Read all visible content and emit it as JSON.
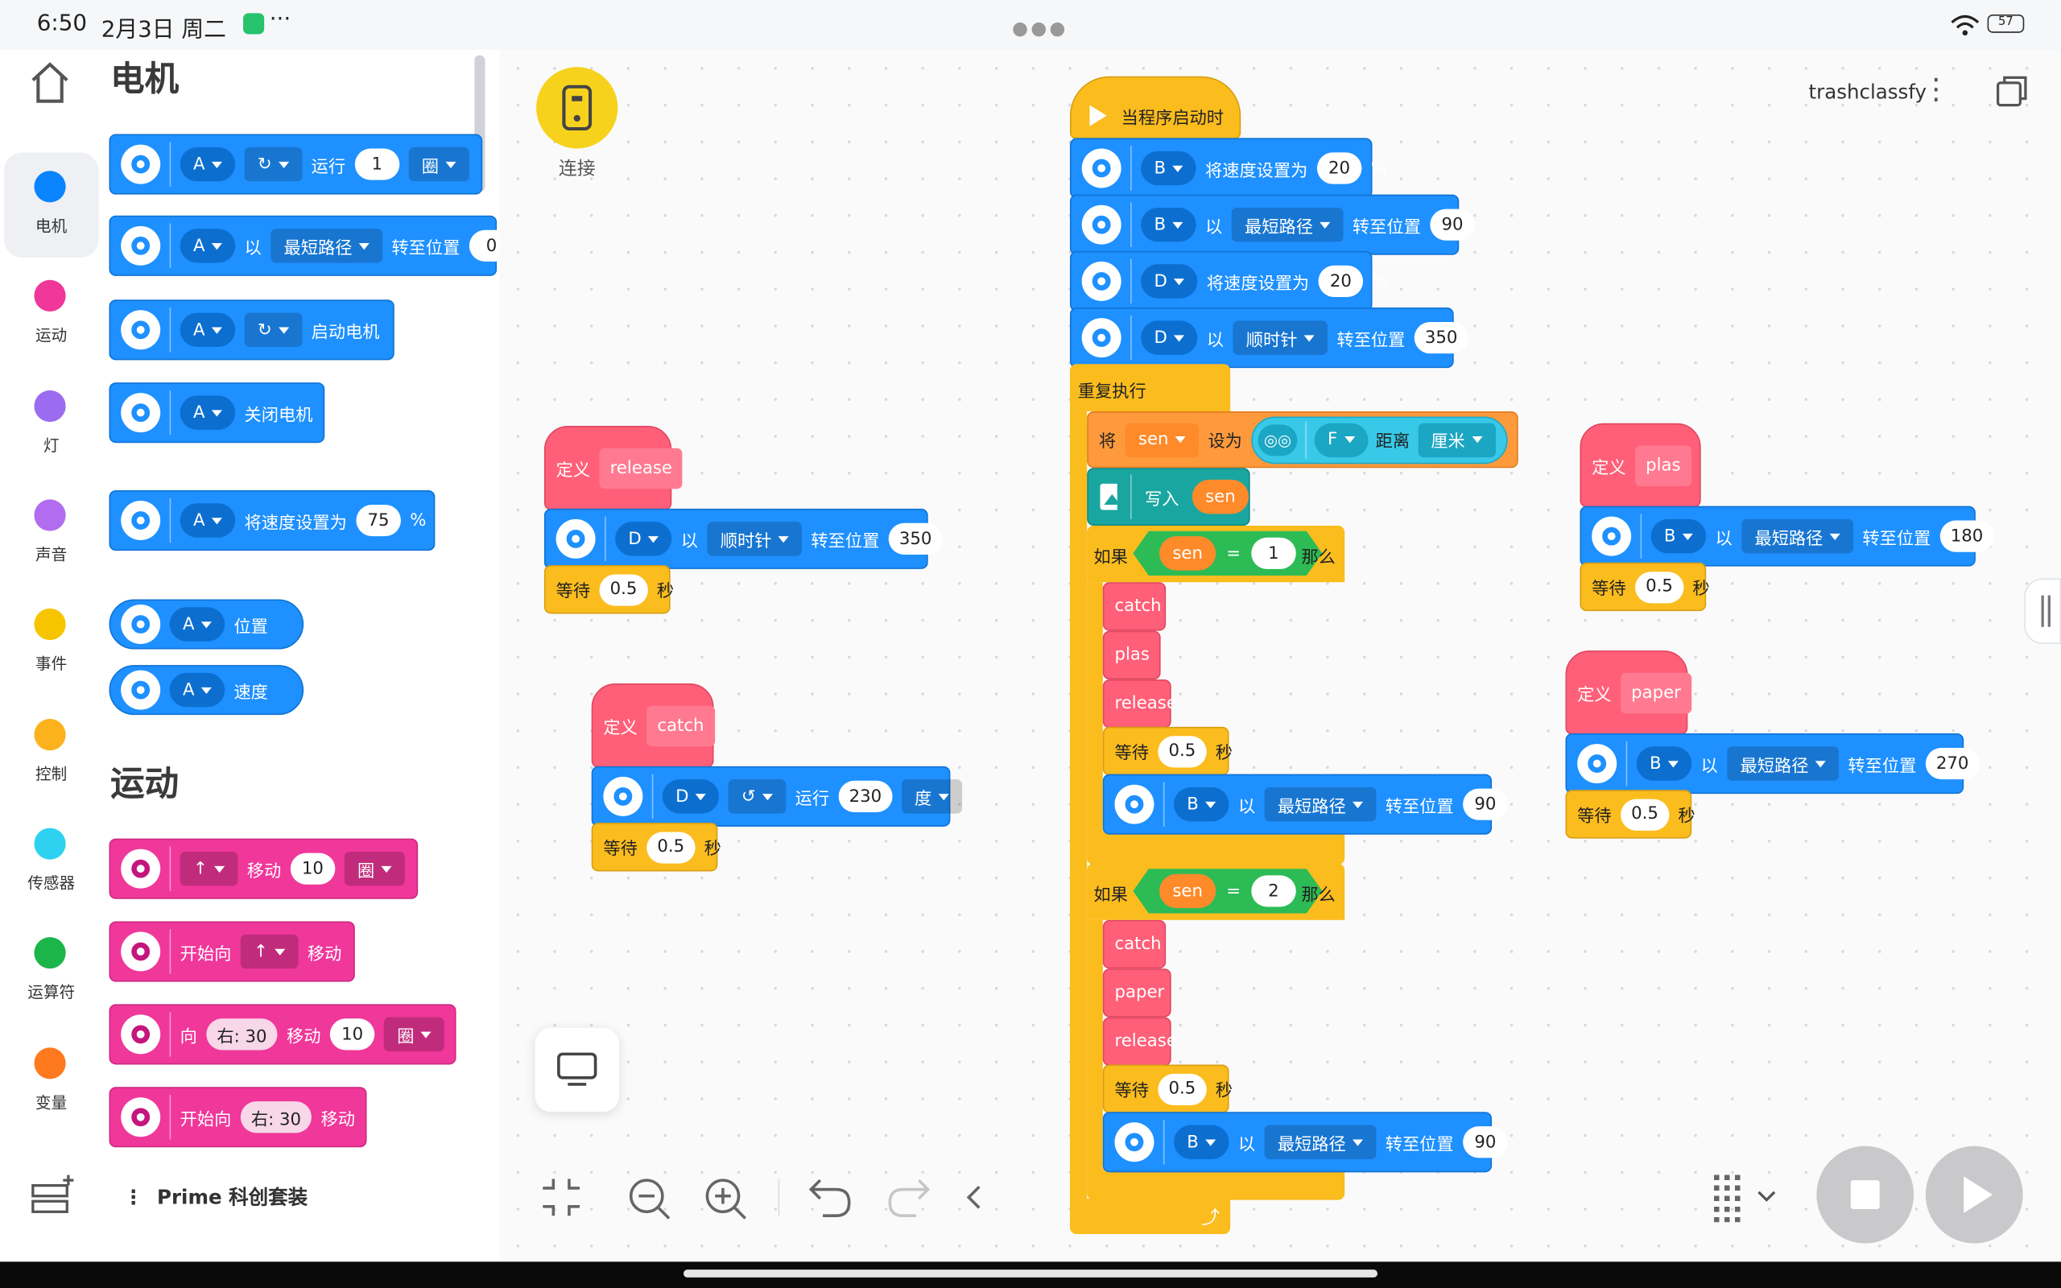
{
  "status_bar": {
    "time": "6:50",
    "date": "2月3日 周二",
    "more": "···",
    "battery": "57"
  },
  "sidebar": {
    "categories": [
      {
        "label": "电机",
        "color": "#0a84ff"
      },
      {
        "label": "运动",
        "color": "#f0379a"
      },
      {
        "label": "灯",
        "color": "#9b6cf0"
      },
      {
        "label": "声音",
        "color": "#b16cf0"
      },
      {
        "label": "事件",
        "color": "#f7c400"
      },
      {
        "label": "控制",
        "color": "#fbb21c"
      },
      {
        "label": "传感器",
        "color": "#2ed2f0"
      },
      {
        "label": "运算符",
        "color": "#1cb54a"
      },
      {
        "label": "变量",
        "color": "#ff7a1f"
      }
    ],
    "extensions_label": "Prime 科创套装"
  },
  "palette": {
    "motor_title": "电机",
    "motion_title": "运动",
    "blocks": {
      "run": {
        "port": "A",
        "verb": "运行",
        "value": "1",
        "unit": "圈"
      },
      "goto": {
        "port": "A",
        "prep": "以",
        "path": "最短路径",
        "verb": "转至位置",
        "value": "0"
      },
      "start": {
        "port": "A",
        "verb": "启动电机"
      },
      "stop": {
        "port": "A",
        "verb": "关闭电机"
      },
      "speed": {
        "port": "A",
        "verb": "将速度设置为",
        "value": "75",
        "pct": "%"
      },
      "position": {
        "port": "A",
        "verb": "位置"
      },
      "velocity": {
        "port": "A",
        "verb": "速度"
      },
      "move": {
        "dir": "↑",
        "verb": "移动",
        "value": "10",
        "unit": "圈"
      },
      "start_move": {
        "pre": "开始向",
        "dir": "↑",
        "verb": "移动"
      },
      "steer_move": {
        "pre": "向",
        "steer": "右: 30",
        "verb": "移动",
        "value": "10",
        "unit": "圈"
      },
      "start_steer": {
        "pre": "开始向",
        "steer": "右: 30",
        "verb": "移动"
      }
    }
  },
  "connect": {
    "label": "连接"
  },
  "project": {
    "name": "trashclassfy"
  },
  "main_script": {
    "hat": "当程序启动时",
    "s1": {
      "port": "B",
      "verb": "将速度设置为",
      "value": "20",
      "pct": "%"
    },
    "s2": {
      "port": "B",
      "prep": "以",
      "path": "最短路径",
      "verb": "转至位置",
      "value": "90"
    },
    "s3": {
      "port": "D",
      "verb": "将速度设置为",
      "value": "20",
      "pct": "%"
    },
    "s4": {
      "port": "D",
      "prep": "以",
      "path": "顺时针",
      "verb": "转至位置",
      "value": "350"
    },
    "forever": "重复执行",
    "setvar": {
      "pre": "将",
      "var": "sen",
      "mid": "设为",
      "sensor_port": "F",
      "dist": "距离",
      "unit": "厘米"
    },
    "write": {
      "verb": "写入",
      "var": "sen"
    },
    "if1": {
      "kw": "如果",
      "var": "sen",
      "op": "=",
      "value": "1",
      "then": "那么"
    },
    "if1_body": [
      "catch",
      "plas",
      "release"
    ],
    "wait1": {
      "pre": "等待",
      "value": "0.5",
      "unit": "秒"
    },
    "if1_move": {
      "port": "B",
      "prep": "以",
      "path": "最短路径",
      "verb": "转至位置",
      "value": "90"
    },
    "if2": {
      "kw": "如果",
      "var": "sen",
      "op": "=",
      "value": "2",
      "then": "那么"
    },
    "if2_body": [
      "catch",
      "paper",
      "release"
    ],
    "wait2": {
      "pre": "等待",
      "value": "0.5",
      "unit": "秒"
    },
    "if2_move": {
      "port": "B",
      "prep": "以",
      "path": "最短路径",
      "verb": "转至位置",
      "value": "90"
    }
  },
  "release_def": {
    "define": "定义",
    "name": "release",
    "port": "D",
    "prep": "以",
    "path": "顺时针",
    "verb": "转至位置",
    "value": "350",
    "wait": "等待",
    "wait_value": "0.5",
    "wait_unit": "秒"
  },
  "catch_def": {
    "define": "定义",
    "name": "catch",
    "port": "D",
    "verb": "运行",
    "value": "230",
    "unit": "度",
    "wait": "等待",
    "wait_value": "0.5",
    "wait_unit": "秒"
  },
  "plas_def": {
    "define": "定义",
    "name": "plas",
    "port": "B",
    "prep": "以",
    "path": "最短路径",
    "verb": "转至位置",
    "value": "180",
    "wait": "等待",
    "wait_value": "0.5",
    "wait_unit": "秒"
  },
  "paper_def": {
    "define": "定义",
    "name": "paper",
    "port": "B",
    "prep": "以",
    "path": "最短路径",
    "verb": "转至位置",
    "value": "270",
    "wait": "等待",
    "wait_value": "0.5",
    "wait_unit": "秒"
  }
}
